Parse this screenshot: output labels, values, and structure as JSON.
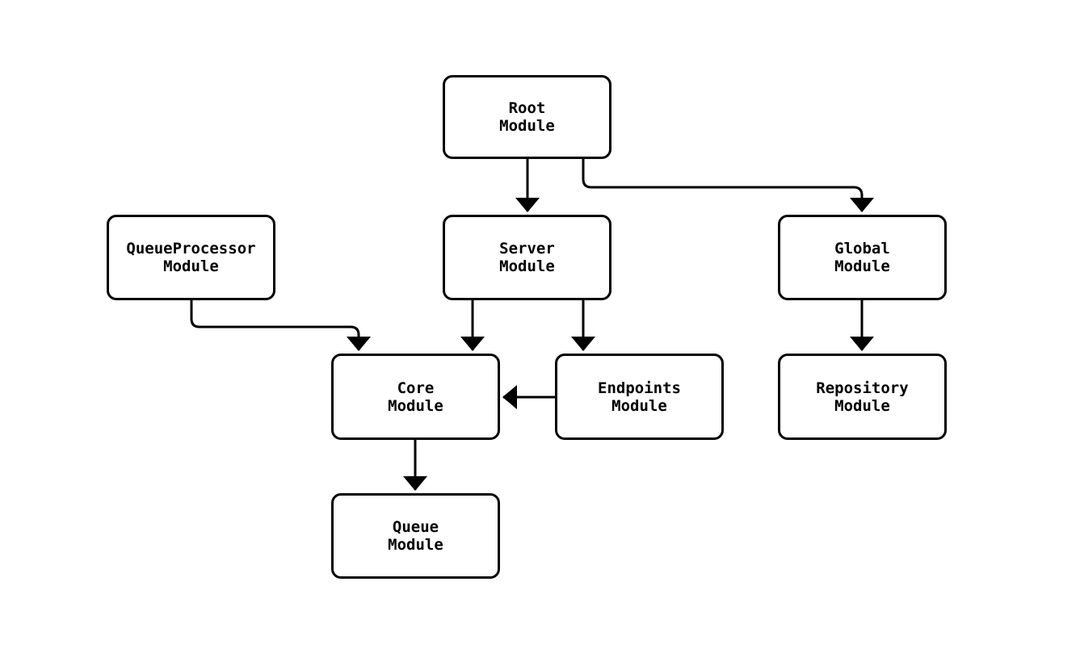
{
  "diagram": {
    "type": "flowchart",
    "direction": "top-down",
    "background_color": "#ffffff",
    "node_fill_color": "#ffffff",
    "node_border_color": "#000000",
    "edge_color": "#000000",
    "text_color": "#000000",
    "nodes": [
      {
        "id": "root",
        "label": "Root\nModule"
      },
      {
        "id": "server",
        "label": "Server\nModule"
      },
      {
        "id": "global",
        "label": "Global\nModule"
      },
      {
        "id": "queueprocessor",
        "label": "QueueProcessor\nModule"
      },
      {
        "id": "core",
        "label": "Core\nModule"
      },
      {
        "id": "endpoints",
        "label": "Endpoints\nModule"
      },
      {
        "id": "repository",
        "label": "Repository\nModule"
      },
      {
        "id": "queue",
        "label": "Queue\nModule"
      }
    ],
    "edges": [
      {
        "from": "Root Module",
        "to": "Server Module"
      },
      {
        "from": "Root Module",
        "to": "Global Module"
      },
      {
        "from": "QueueProcessor Module",
        "to": "Core Module"
      },
      {
        "from": "Server Module",
        "to": "Core Module"
      },
      {
        "from": "Server Module",
        "to": "Endpoints Module"
      },
      {
        "from": "Endpoints Module",
        "to": "Core Module"
      },
      {
        "from": "Global Module",
        "to": "Repository Module"
      },
      {
        "from": "Core Module",
        "to": "Queue Module"
      }
    ]
  }
}
